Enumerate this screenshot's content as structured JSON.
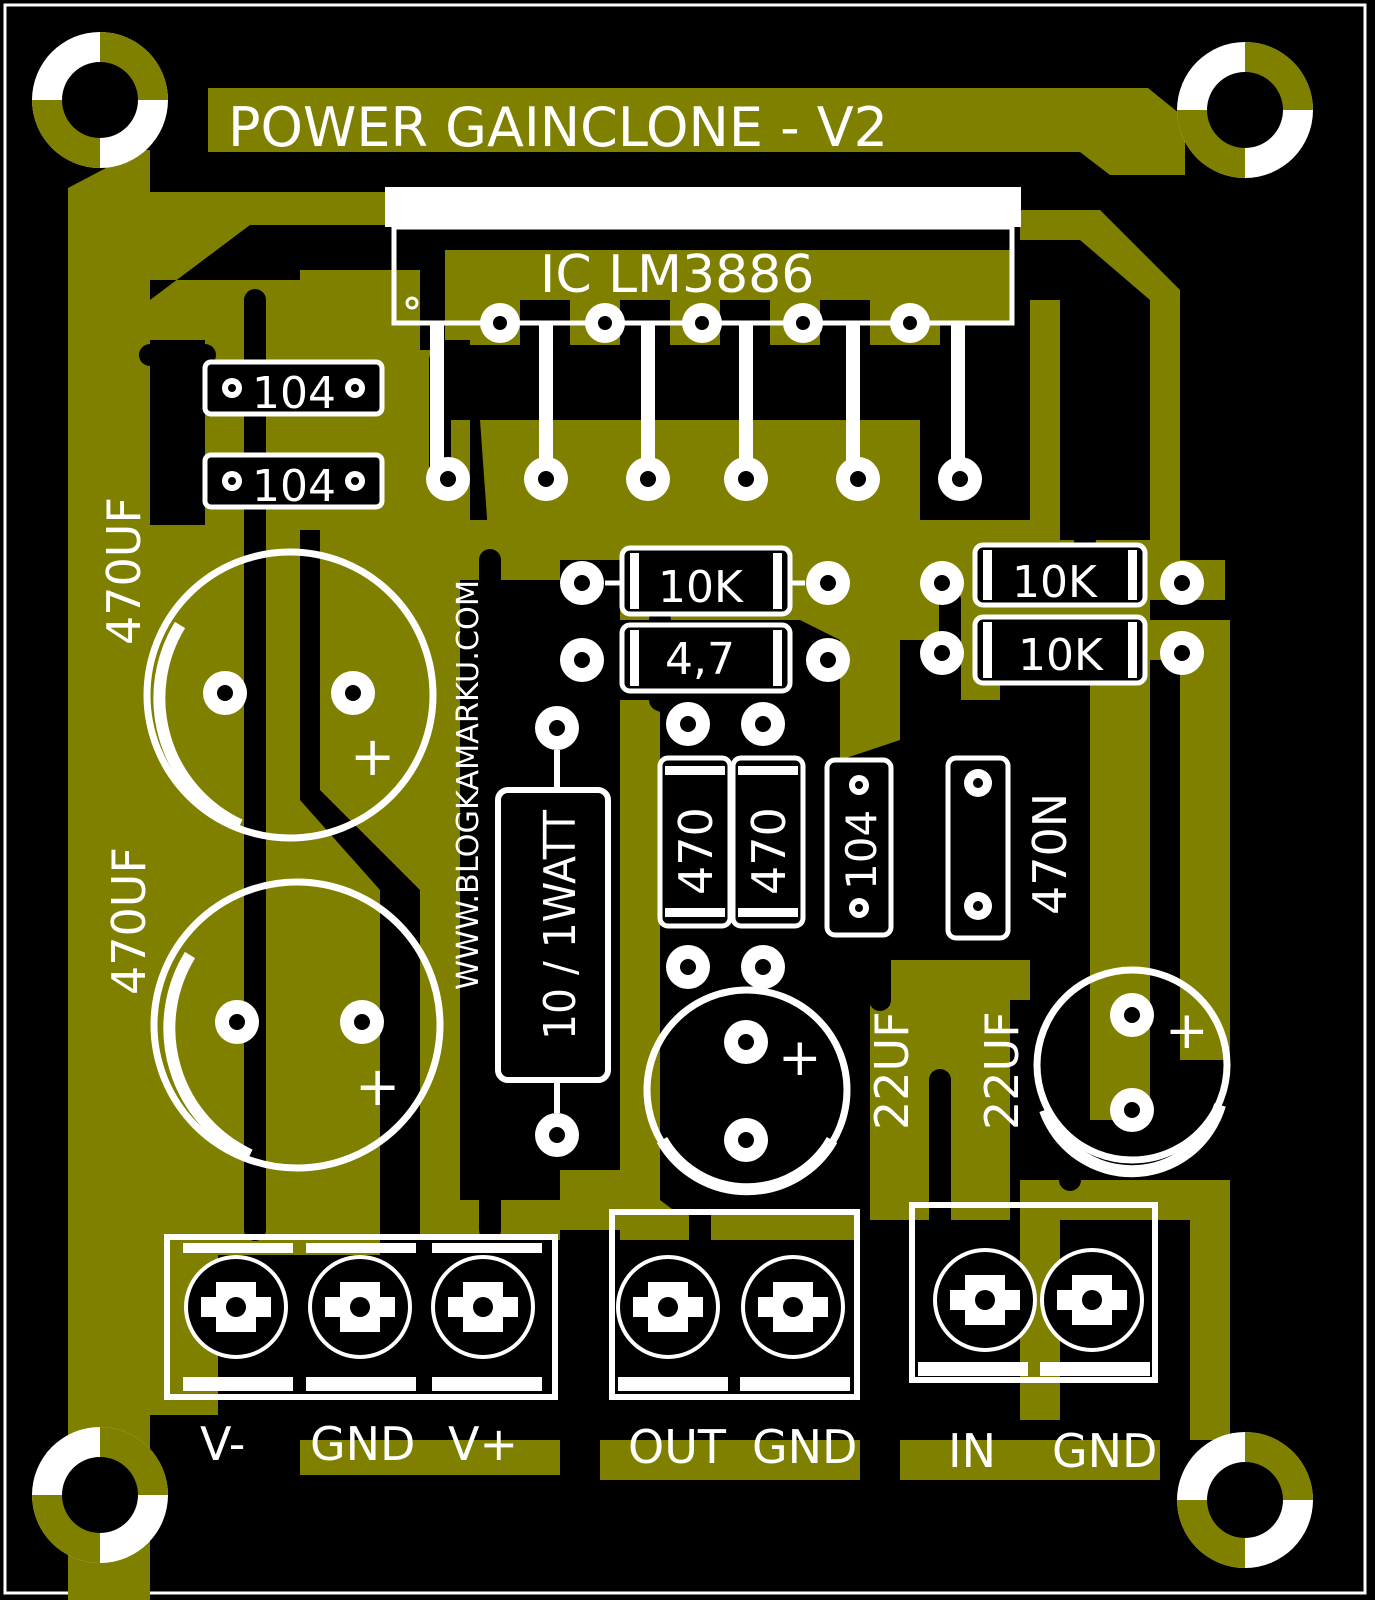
{
  "board": {
    "title": "POWER GAINCLONE - V2",
    "website": "WWW.BLOGKAMARKU.COM",
    "colors": {
      "background": "#000000",
      "copper": "#808000",
      "silkscreen": "#ffffff"
    }
  },
  "ic": {
    "label": "IC LM3886"
  },
  "components": {
    "c_104_top": "104",
    "c_104_mid": "104",
    "c_104_vert": "104",
    "cap_470uf_top": "470UF",
    "cap_470uf_bottom": "470UF",
    "r_10k_left": "10K",
    "r_4_7": "4,7",
    "r_10k_right_top": "10K",
    "r_10k_right_bottom": "10K",
    "r_470_a": "470",
    "r_470_b": "470",
    "r_10_1watt": "10 / 1WATT",
    "c_470n": "470N",
    "cap_22uf_left": "22UF",
    "cap_22uf_right": "22UF",
    "plus_sign": "+"
  },
  "terminals": {
    "power": [
      "V-",
      "GND",
      "V+"
    ],
    "output": [
      "OUT",
      "GND"
    ],
    "input": [
      "IN",
      "GND"
    ]
  }
}
